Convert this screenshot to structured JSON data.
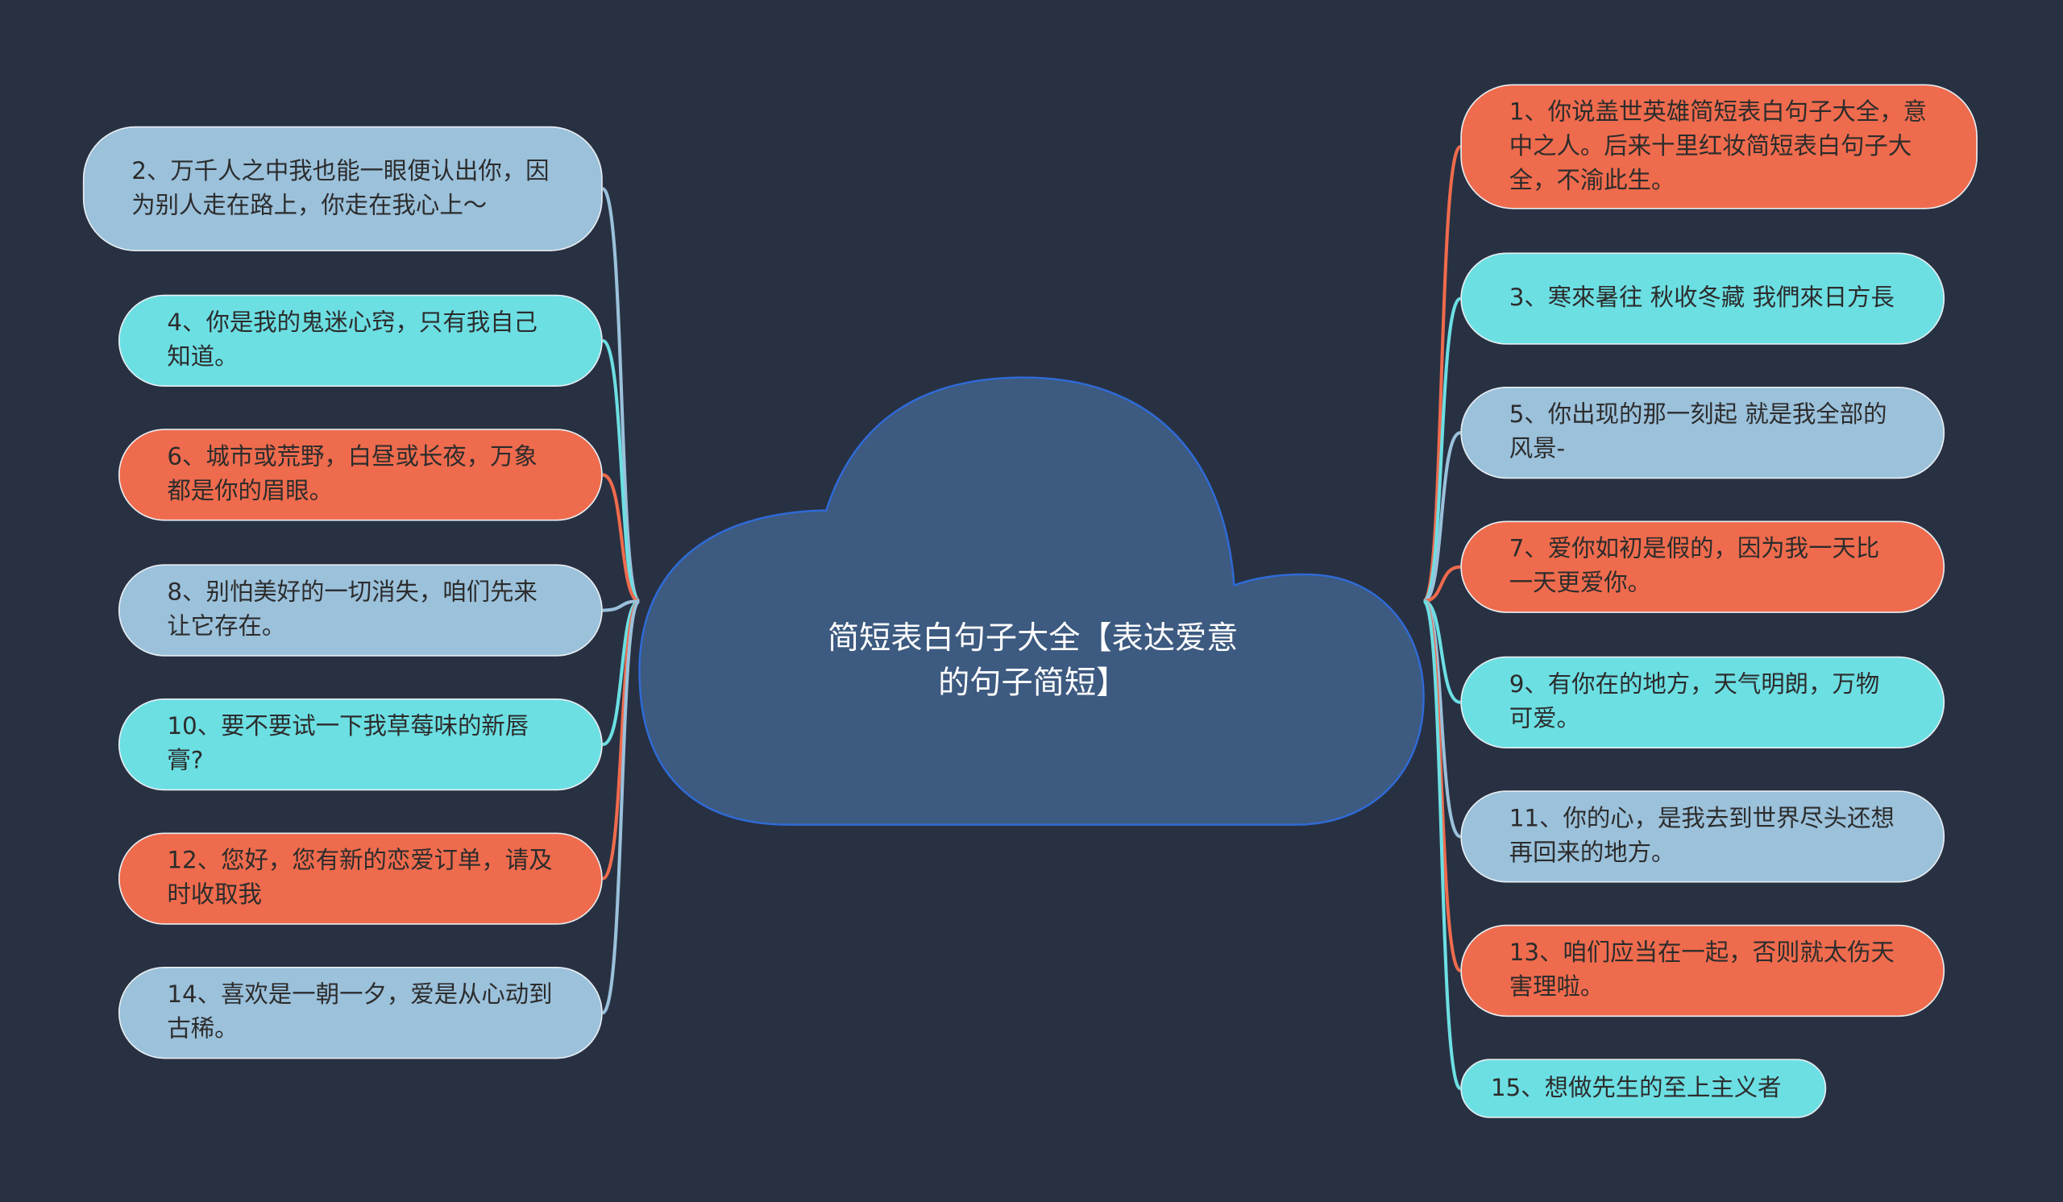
{
  "title": "简短表白句子大全【表达爱意的句子简短】",
  "colors": {
    "background": "#283142",
    "cloud": "#3d5a80",
    "orange": "#ef6b4d",
    "cyan": "#6cdfe3",
    "light": "#9bc1db"
  },
  "left_nodes": [
    {
      "text": "2、万千人之中我也能一眼便认出你，因为别人走在路上，你走在我心上～",
      "color": "light"
    },
    {
      "text": "4、你是我的鬼迷心窍，只有我自己知道。",
      "color": "cyan"
    },
    {
      "text": "6、城市或荒野，白昼或长夜，万象都是你的眉眼。",
      "color": "orange"
    },
    {
      "text": "8、别怕美好的一切消失，咱们先来让它存在。",
      "color": "light"
    },
    {
      "text": "10、要不要试一下我草莓味的新唇膏?",
      "color": "cyan"
    },
    {
      "text": "12、您好，您有新的恋爱订单，请及时收取我",
      "color": "orange"
    },
    {
      "text": "14、喜欢是一朝一夕，爱是从心动到古稀。",
      "color": "light"
    }
  ],
  "right_nodes": [
    {
      "text": "1、你说盖世英雄简短表白句子大全，意中之人。后来十里红妆简短表白句子大全，不渝此生。",
      "color": "orange"
    },
    {
      "text": "3、寒來暑往 秋收冬藏 我們來日方長",
      "color": "cyan"
    },
    {
      "text": "5、你出现的那一刻起 就是我全部的风景-",
      "color": "light"
    },
    {
      "text": "7、爱你如初是假的，因为我一天比一天更爱你。",
      "color": "orange"
    },
    {
      "text": "9、有你在的地方，天气明朗，万物可爱。",
      "color": "cyan"
    },
    {
      "text": "11、你的心，是我去到世界尽头还想再回来的地方。",
      "color": "light"
    },
    {
      "text": "13、咱们应当在一起，否则就太伤天害理啦。",
      "color": "orange"
    },
    {
      "text": "15、想做先生的至上主义者",
      "color": "cyan"
    }
  ]
}
